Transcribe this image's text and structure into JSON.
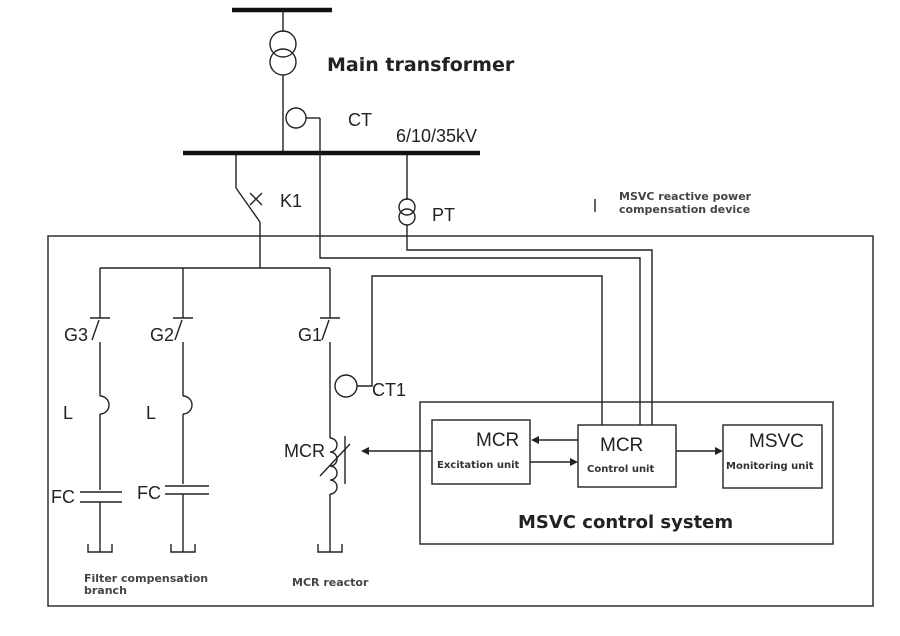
{
  "labels": {
    "main_transformer": "Main transformer",
    "ct": "CT",
    "bus_voltage": "6/10/35kV",
    "k1": "K1",
    "pt": "PT",
    "legend_line1": "MSVC reactive power",
    "legend_line2": "compensation device",
    "g3": "G3",
    "g2": "G2",
    "g1": "G1",
    "l_left": "L",
    "l_mid": "L",
    "fc_left": "FC",
    "fc_mid": "FC",
    "mcr": "MCR",
    "ct1": "CT1",
    "filter_branch_line1": "Filter compensation",
    "filter_branch_line2": "branch",
    "mcr_reactor": "MCR reactor",
    "control_system": "MSVC control system"
  },
  "units": {
    "excitation": {
      "title": "MCR",
      "subtitle": "Excitation unit"
    },
    "control": {
      "title": "MCR",
      "subtitle": "Control unit"
    },
    "monitoring": {
      "title": "MSVC",
      "subtitle": "Monitoring unit"
    }
  }
}
